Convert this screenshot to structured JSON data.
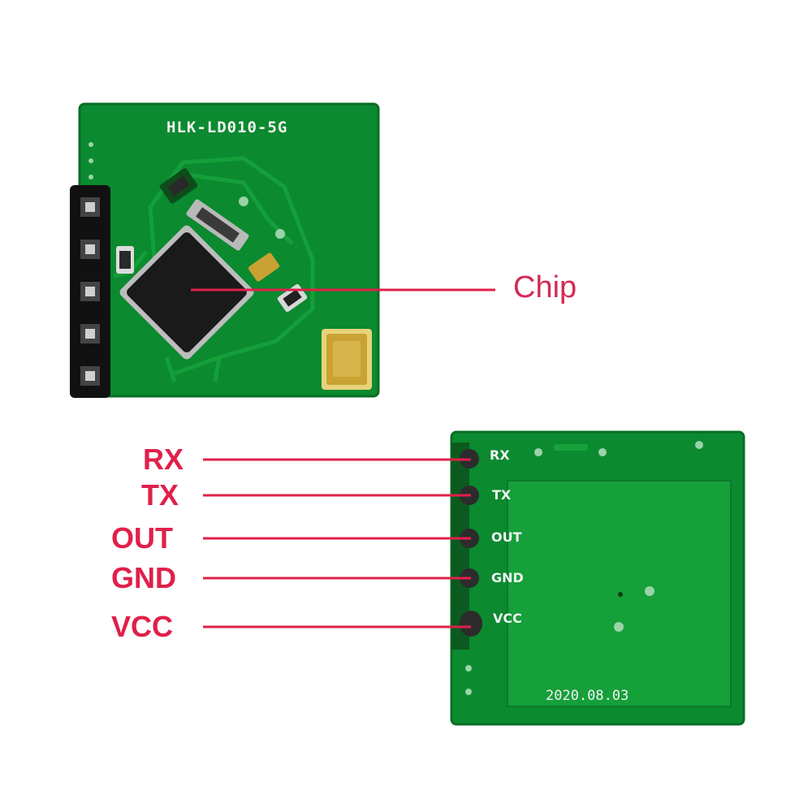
{
  "front_board": {
    "model_silkscreen": "HLK-LD010-5G",
    "chip_callout": "Chip"
  },
  "back_board": {
    "pins": [
      {
        "callout": "RX",
        "silkscreen": "RX"
      },
      {
        "callout": "TX",
        "silkscreen": "TX"
      },
      {
        "callout": "OUT",
        "silkscreen": "OUT"
      },
      {
        "callout": "GND",
        "silkscreen": "GND"
      },
      {
        "callout": "VCC",
        "silkscreen": "VCC"
      }
    ],
    "date_silkscreen": "2020.08.03"
  },
  "colors": {
    "pcb_green": "#0a8a2e",
    "pcb_dark": "#066e22",
    "callout_red": "#e0204a",
    "chip_black": "#1a1a1a",
    "gold": "#c9a233"
  }
}
